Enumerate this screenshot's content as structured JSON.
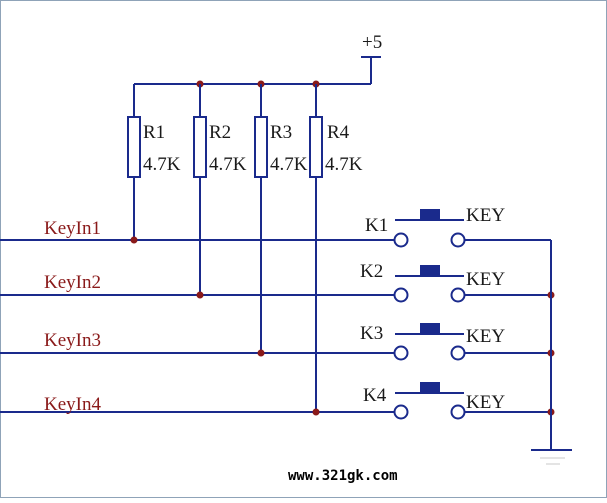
{
  "supply": {
    "label": "+5"
  },
  "resistors": [
    {
      "name": "R1",
      "value": "4.7K"
    },
    {
      "name": "R2",
      "value": "4.7K"
    },
    {
      "name": "R3",
      "value": "4.7K"
    },
    {
      "name": "R4",
      "value": "4.7K"
    }
  ],
  "inputs": [
    {
      "label": "KeyIn1"
    },
    {
      "label": "KeyIn2"
    },
    {
      "label": "KeyIn3"
    },
    {
      "label": "KeyIn4"
    }
  ],
  "keys": [
    {
      "name": "K1",
      "type": "KEY"
    },
    {
      "name": "K2",
      "type": "KEY"
    },
    {
      "name": "K3",
      "type": "KEY"
    },
    {
      "name": "K4",
      "type": "KEY"
    }
  ],
  "watermark": "www.321gk.com",
  "colors": {
    "wire": "#1a2a8c",
    "node": "#8a1a1a",
    "keyin_text": "#8a1a1a",
    "frame": "#8fa3b8"
  }
}
